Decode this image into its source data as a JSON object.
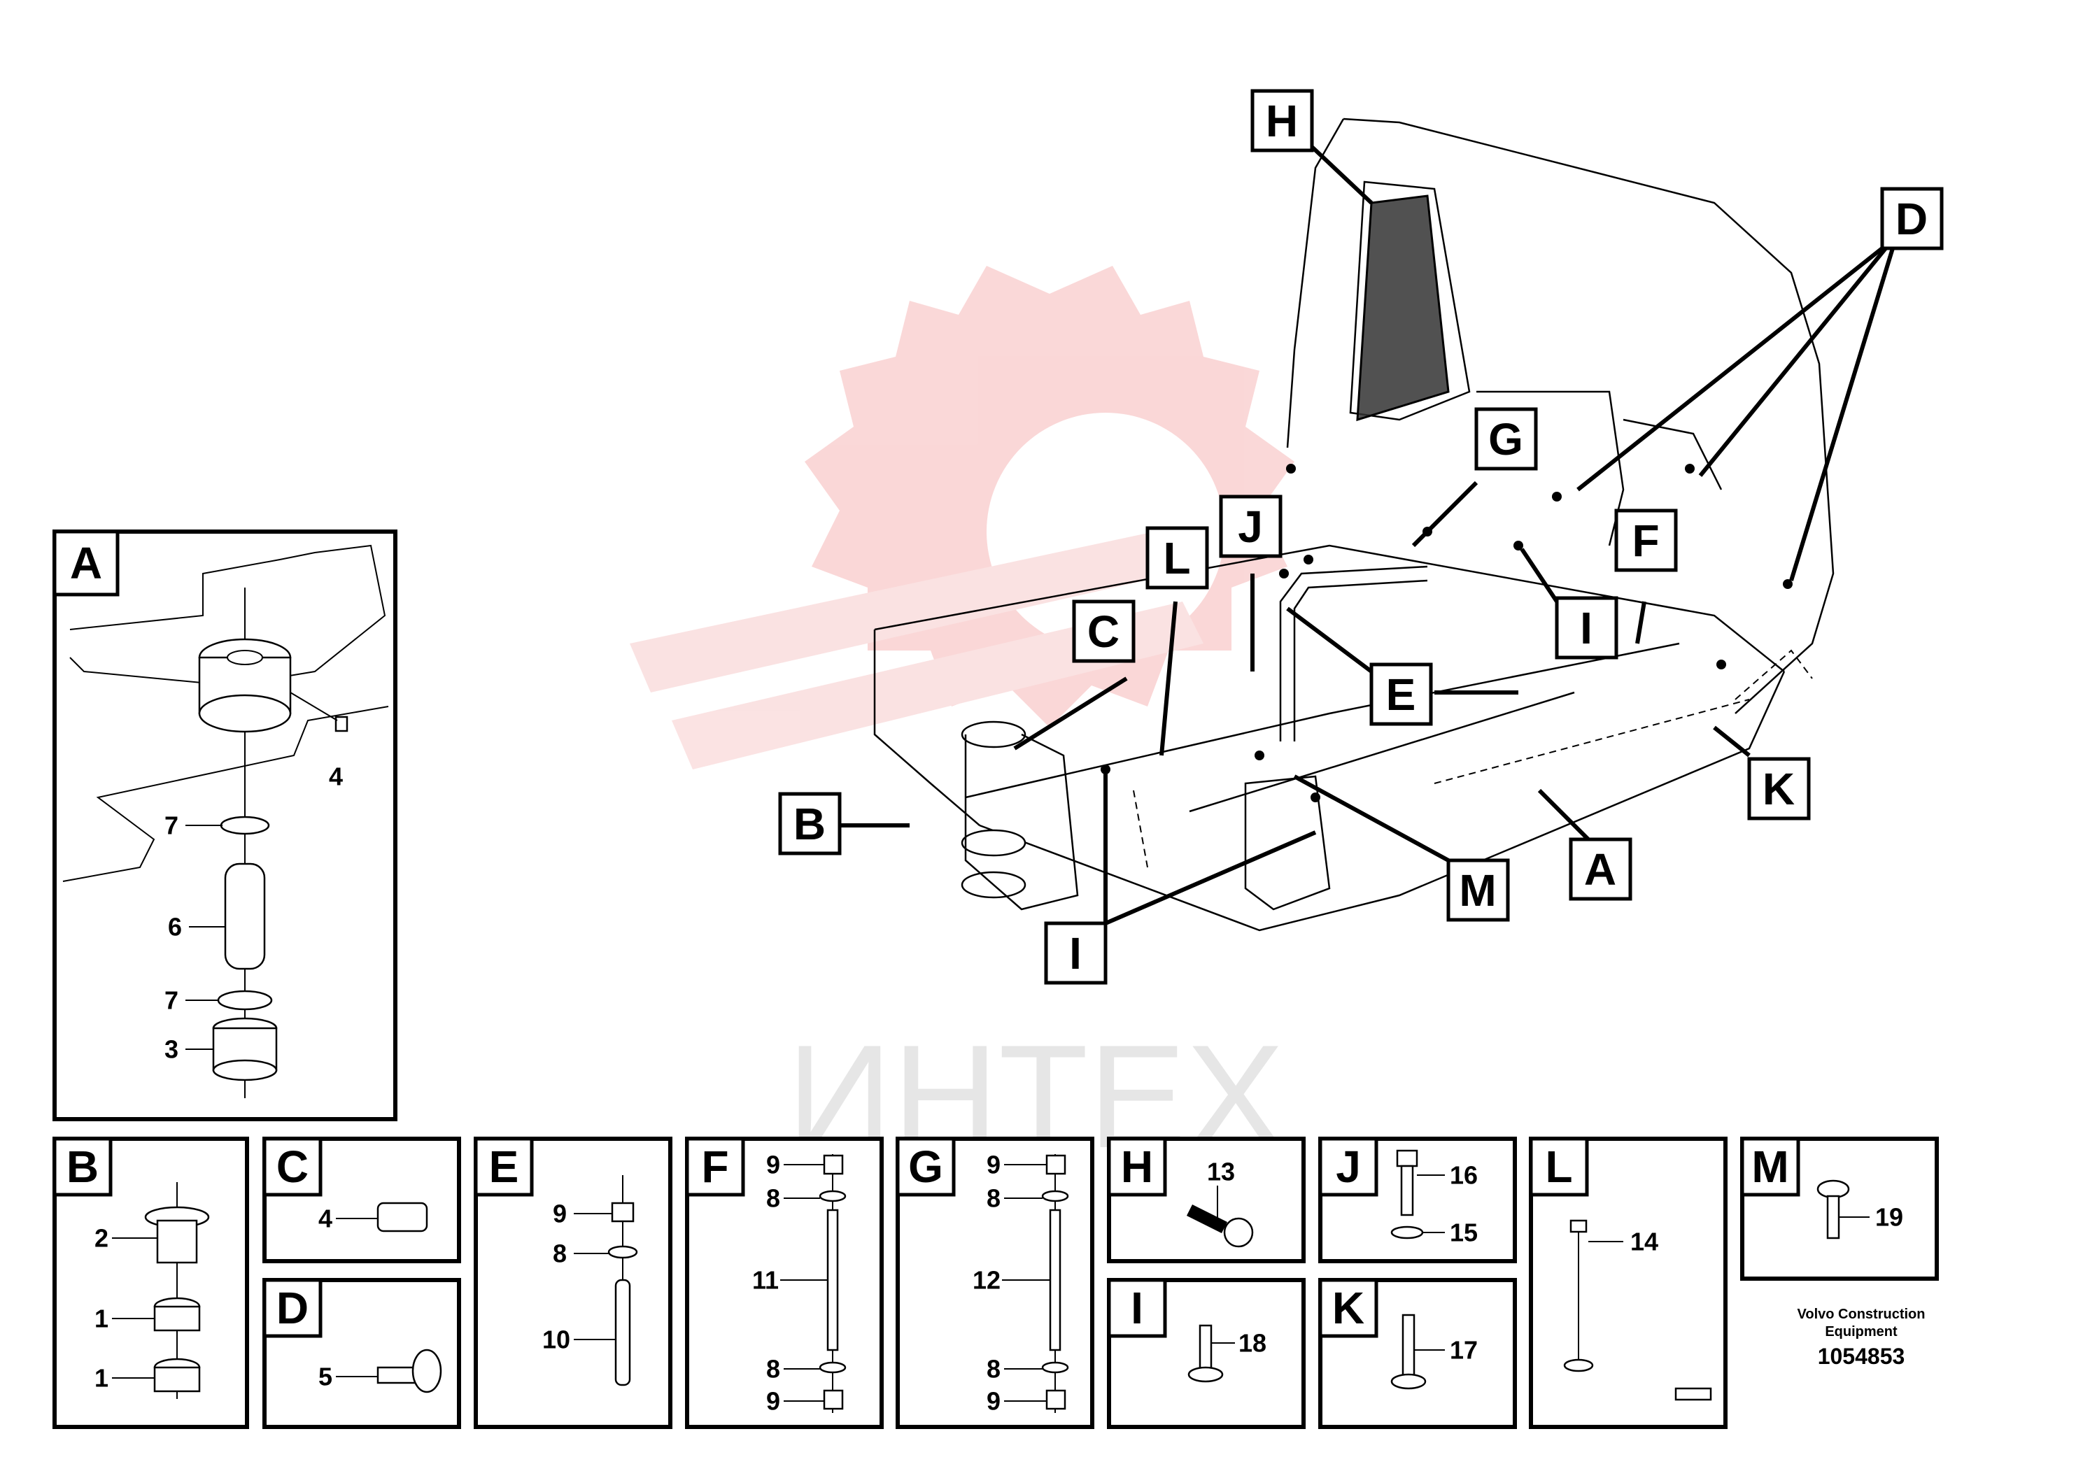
{
  "callouts": [
    "H",
    "D",
    "G",
    "J",
    "L",
    "I",
    "F",
    "C",
    "E",
    "B",
    "M",
    "A",
    "K",
    "I"
  ],
  "panels": {
    "A": {
      "tag": "A",
      "parts": [
        "4",
        "7",
        "6",
        "7",
        "3"
      ]
    },
    "B": {
      "tag": "B",
      "parts": [
        "2",
        "1",
        "1"
      ]
    },
    "C": {
      "tag": "C",
      "parts": [
        "4"
      ]
    },
    "D": {
      "tag": "D",
      "parts": [
        "5"
      ]
    },
    "E": {
      "tag": "E",
      "parts": [
        "9",
        "8",
        "10"
      ]
    },
    "F": {
      "tag": "F",
      "parts": [
        "9",
        "8",
        "11",
        "8",
        "9"
      ]
    },
    "G": {
      "tag": "G",
      "parts": [
        "9",
        "8",
        "12",
        "8",
        "9"
      ]
    },
    "H": {
      "tag": "H",
      "parts": [
        "13"
      ]
    },
    "I": {
      "tag": "I",
      "parts": [
        "18"
      ]
    },
    "J": {
      "tag": "J",
      "parts": [
        "16",
        "15"
      ]
    },
    "K": {
      "tag": "K",
      "parts": [
        "17"
      ]
    },
    "L": {
      "tag": "L",
      "parts": [
        "14"
      ]
    },
    "M": {
      "tag": "M",
      "parts": [
        "19"
      ]
    }
  },
  "watermark": {
    "text": "ИНТЕХ",
    "color": "#f2b8b8"
  },
  "footer": {
    "line1": "Volvo Construction",
    "line2": "Equipment",
    "doc_number": "1054853"
  }
}
